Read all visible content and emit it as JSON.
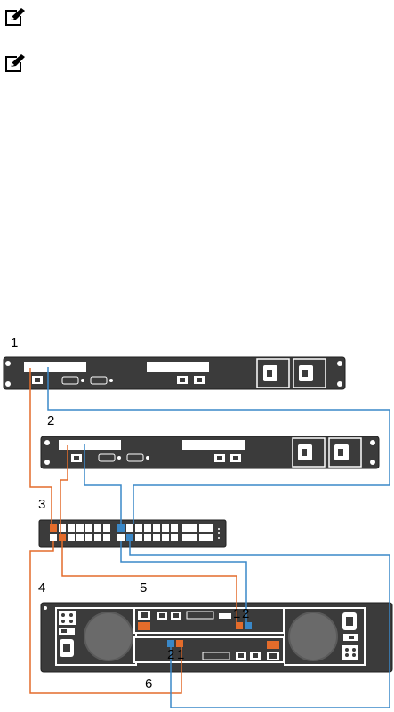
{
  "notes": [
    {
      "icon": "note-pencil-icon"
    },
    {
      "icon": "note-pencil-icon"
    }
  ],
  "callouts": {
    "server1": "1",
    "server2": "2",
    "switch": "3",
    "storage": "4",
    "controller_top": "5",
    "controller_bottom": "6",
    "top_port_1": "1",
    "top_port_2": "2",
    "bottom_port_2": "2",
    "bottom_port_1": "1"
  },
  "colors": {
    "device_body": "#3b3b3b",
    "device_edge": "#1f1f1f",
    "panel_white": "#ffffff",
    "cable_orange": "#e46c2b",
    "cable_blue": "#3a88c8",
    "fan_gray": "#5a5a5a"
  }
}
